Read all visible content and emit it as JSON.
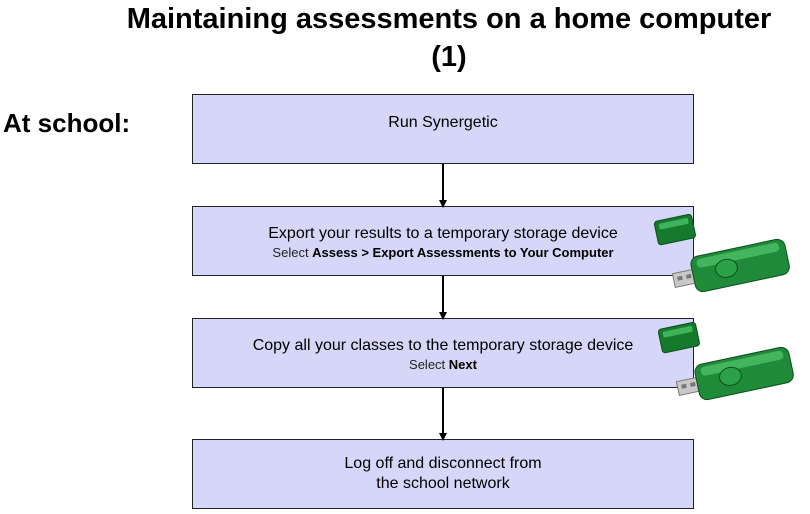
{
  "title": {
    "line1": "Maintaining assessments on a home computer",
    "line2": "(1)"
  },
  "side_label": "At school:",
  "steps": [
    {
      "text": "Run Synergetic"
    },
    {
      "text": "Export your results to a temporary storage device",
      "sub_prefix": "Select ",
      "sub_bold": "Assess > Export Assessments to Your Computer"
    },
    {
      "text": "Copy all your classes to the temporary storage device",
      "sub_prefix": "Select ",
      "sub_bold": "Next"
    },
    {
      "text_line1": "Log off and disconnect from",
      "text_line2": "the school network"
    }
  ],
  "icons": [
    "usb-drive-icon",
    "usb-drive-icon"
  ],
  "colors": {
    "box_fill": "#d6d6f8",
    "box_border": "#222222",
    "arrow": "#000000",
    "usb_body": "#1f8a3a",
    "usb_cap": "#157a2c",
    "usb_connector": "#c8c8c8"
  }
}
